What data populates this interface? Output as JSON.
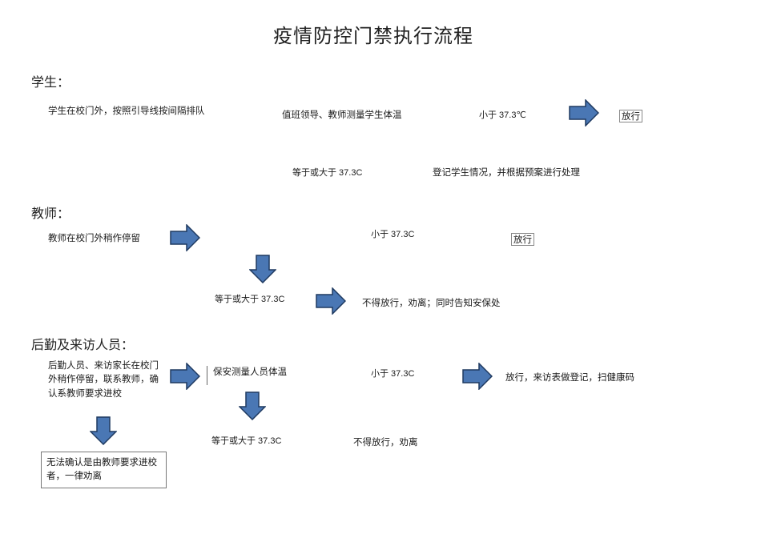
{
  "title": "疫情防控门禁执行流程",
  "students": {
    "heading": "学生：",
    "step1": "学生在校门外，按照引导线按间隔排队",
    "step2": "值班领导、教师测量学生体温",
    "lt": "小于 37.3℃",
    "release": "放行",
    "ge": "等于或大于 37.3C",
    "handle": "登记学生情况，并根据预案进行处理"
  },
  "teachers": {
    "heading": "教师：",
    "step1": "教师在校门外稍作停留",
    "lt": "小于 37.3C",
    "release": "放行",
    "ge": "等于或大于 37.3C",
    "deny": "不得放行，劝离；同时告知安保处"
  },
  "visitors": {
    "heading": "后勤及来访人员：",
    "step1": "后勤人员、来访家长在校门外稍作停留，联系教师，确认系教师要求进校",
    "measure": "保安测量人员体温",
    "lt": "小于 37.3C",
    "release": "放行，来访表做登记，扫健康码",
    "ge": "等于或大于 37.3C",
    "deny": "不得放行，劝离",
    "unconfirmed": "无法确认是由教师要求进校者，一律劝离"
  },
  "colors": {
    "arrow_fill": "#4a77b4",
    "arrow_stroke": "#1f3a60"
  }
}
